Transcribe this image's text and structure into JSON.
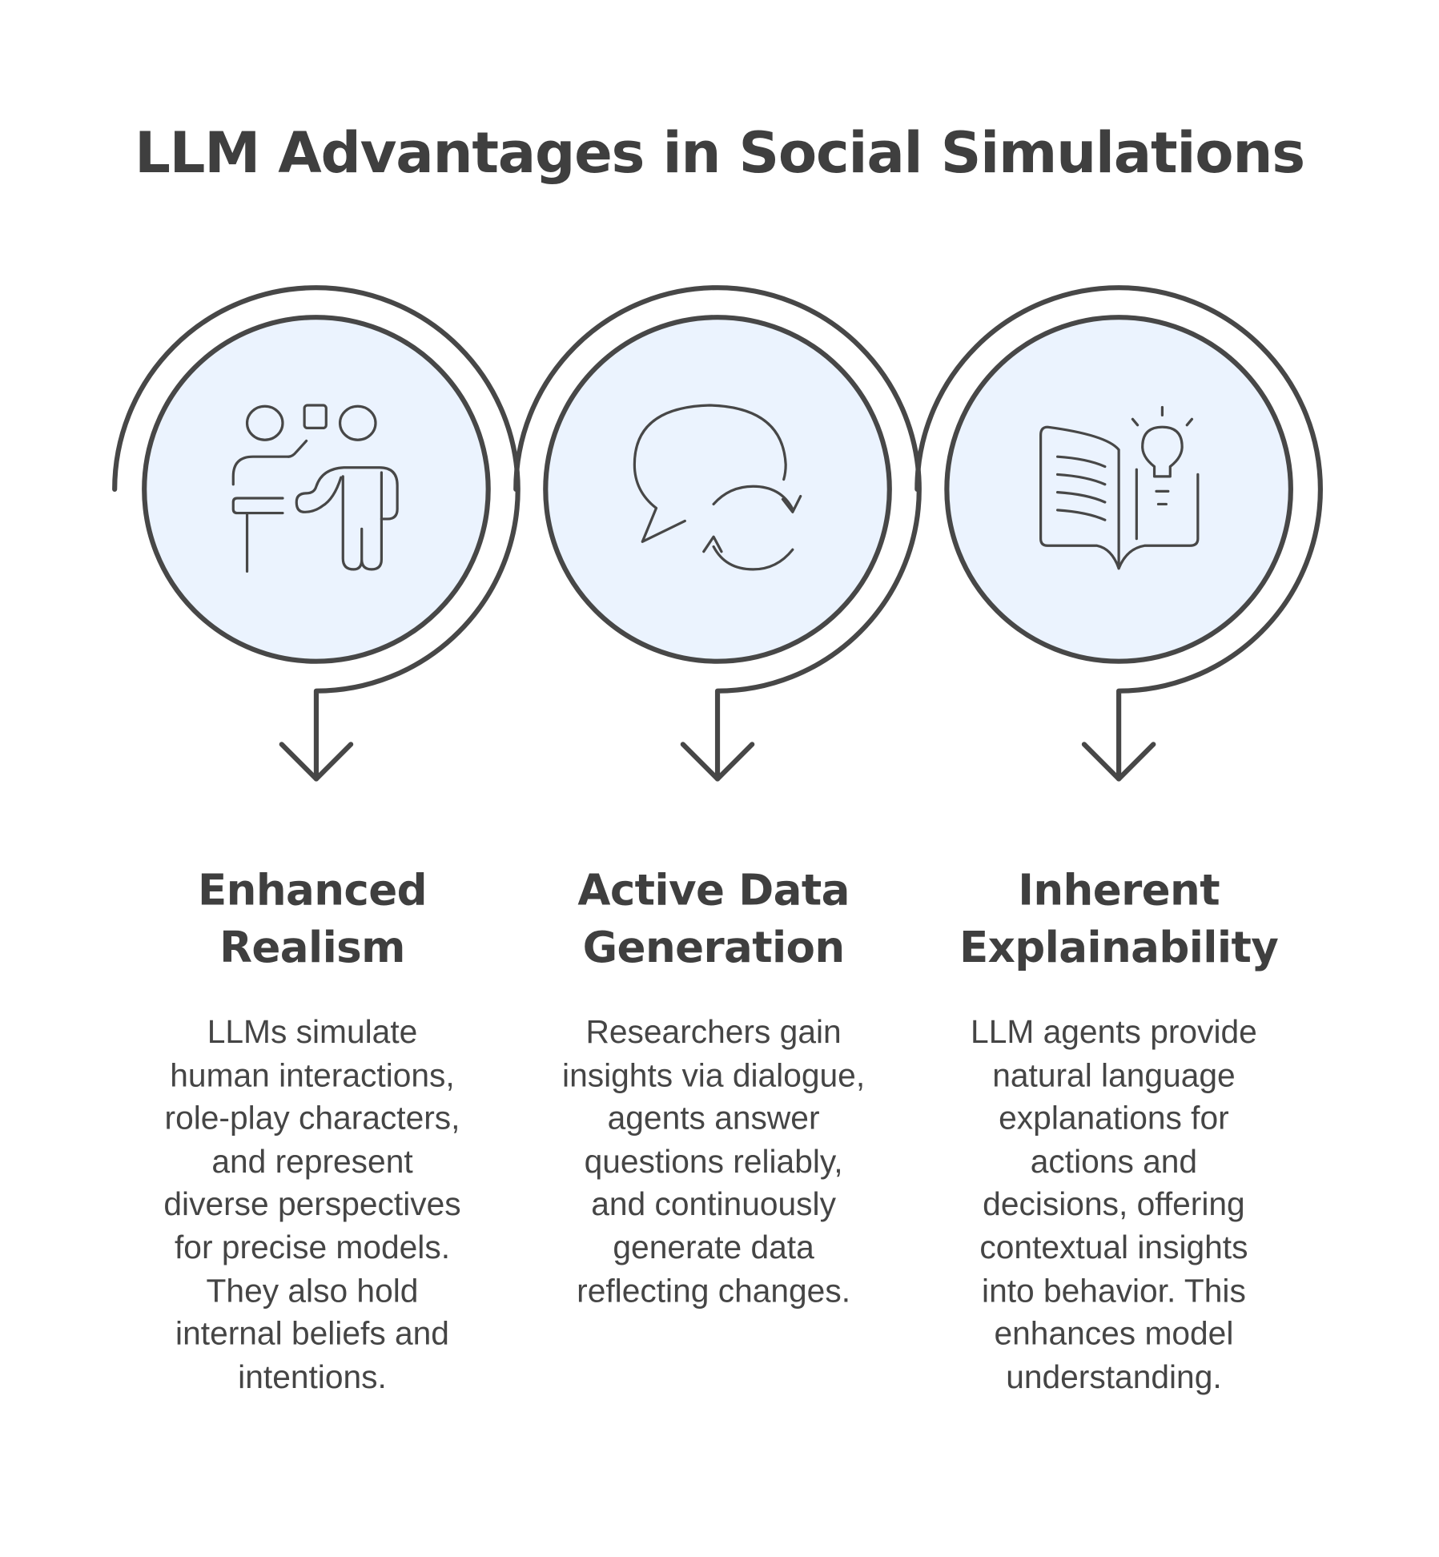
{
  "title": "LLM Advantages in Social Simulations",
  "colors": {
    "stroke": "#474747",
    "circle_fill": "#EBF3FE",
    "text": "#444444"
  },
  "items": [
    {
      "icon": "presenter-icon",
      "heading": [
        "Enhanced",
        "Realism"
      ],
      "body": [
        "LLMs simulate",
        "human interactions,",
        "role-play characters,",
        "and represent",
        "diverse perspectives",
        "for precise models.",
        "They also hold",
        "internal beliefs and",
        "intentions."
      ]
    },
    {
      "icon": "chat-refresh-icon",
      "heading": [
        "Active Data",
        "Generation"
      ],
      "body": [
        "Researchers gain",
        "insights via dialogue,",
        "agents answer",
        "questions reliably,",
        "and continuously",
        "generate data",
        "reflecting changes."
      ]
    },
    {
      "icon": "book-lightbulb-icon",
      "heading": [
        "Inherent",
        "Explainability"
      ],
      "body": [
        "LLM agents provide",
        "natural language",
        "explanations for",
        "actions and",
        "decisions, offering",
        "contextual insights",
        "into behavior. This",
        "enhances model",
        "understanding."
      ]
    }
  ]
}
